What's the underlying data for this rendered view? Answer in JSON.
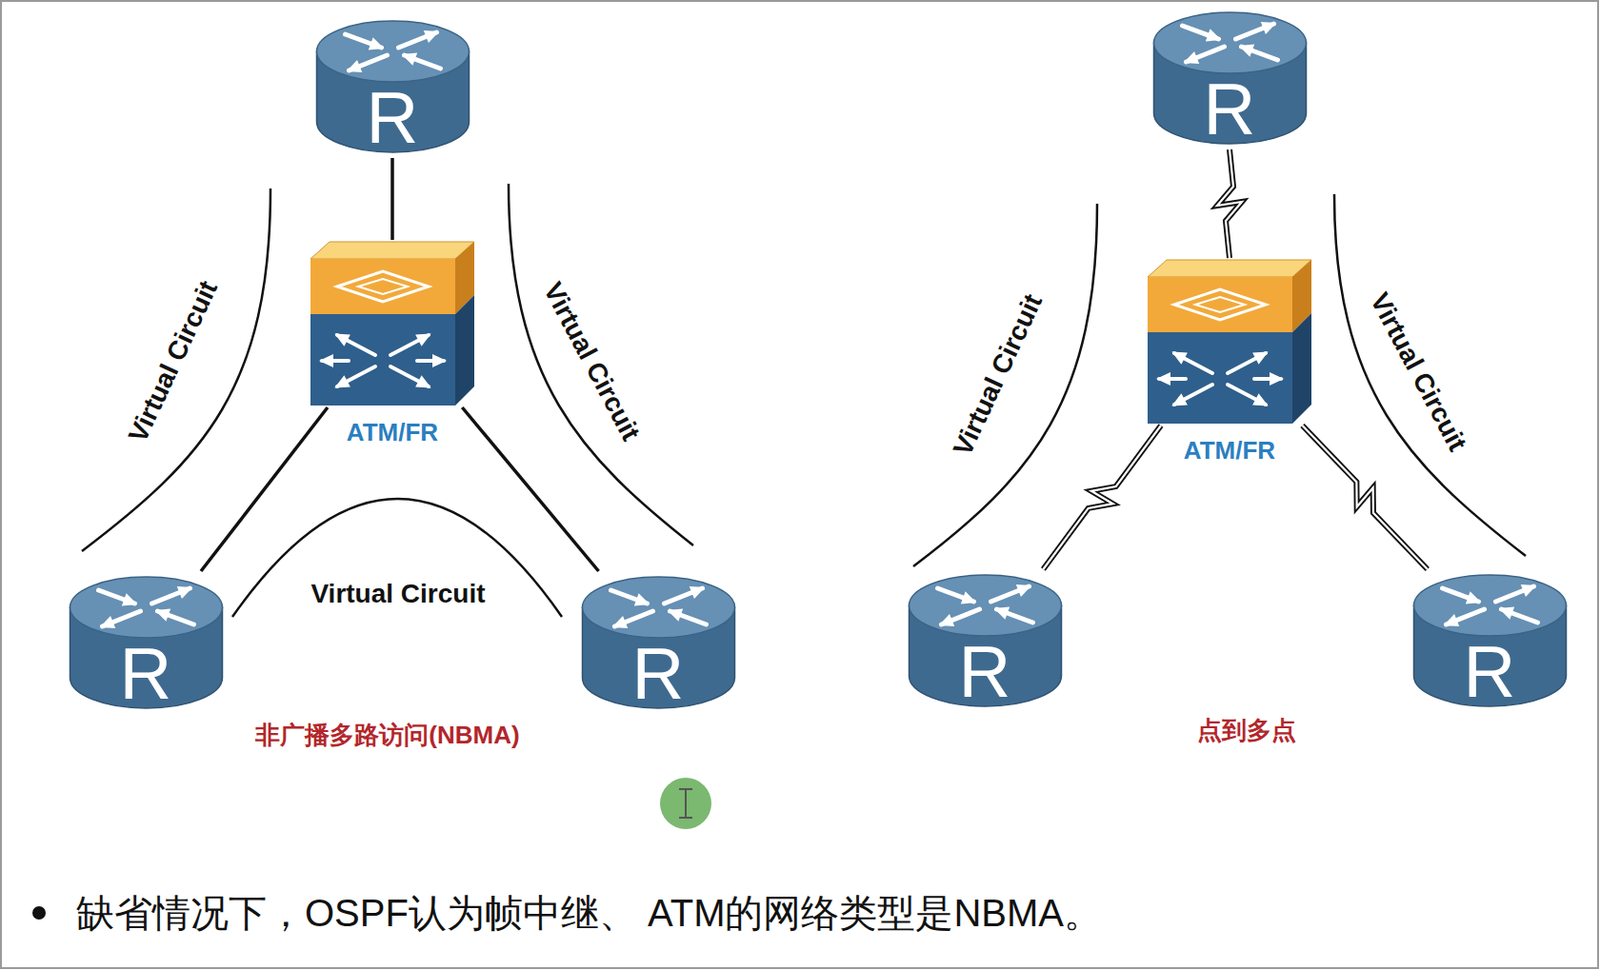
{
  "diagram": {
    "nodes": [
      {
        "text": [
          "R"
        ]
      },
      {
        "text": [
          "ATM/FR"
        ]
      },
      {
        "text": [
          "R"
        ]
      },
      {
        "text": [
          "R"
        ]
      },
      {
        "text": [
          "R"
        ]
      },
      {
        "text": [
          "ATM/FR"
        ]
      },
      {
        "text": [
          "R"
        ]
      },
      {
        "text": [
          "R"
        ]
      }
    ],
    "edges": [
      {
        "from": 0,
        "to": 1,
        "arrow": "none"
      },
      {
        "from": 1,
        "to": 2,
        "arrow": "none"
      },
      {
        "from": 1,
        "to": 3,
        "arrow": "none"
      },
      {
        "from": 4,
        "to": 5,
        "arrow": "none"
      },
      {
        "from": 5,
        "to": 6,
        "arrow": "none"
      },
      {
        "from": 5,
        "to": 7,
        "arrow": "none"
      }
    ],
    "labels": [
      "Virtual Circuit",
      "Virtual Circuit",
      "Virtual Circuit",
      "非广播多路访问(NBMA)",
      "Virtual Circuit",
      "Virtual Circuit",
      "点到多点",
      "缺省情况下，OSPF认为帧中继、 ATM的网络类型是NBMA。"
    ]
  }
}
